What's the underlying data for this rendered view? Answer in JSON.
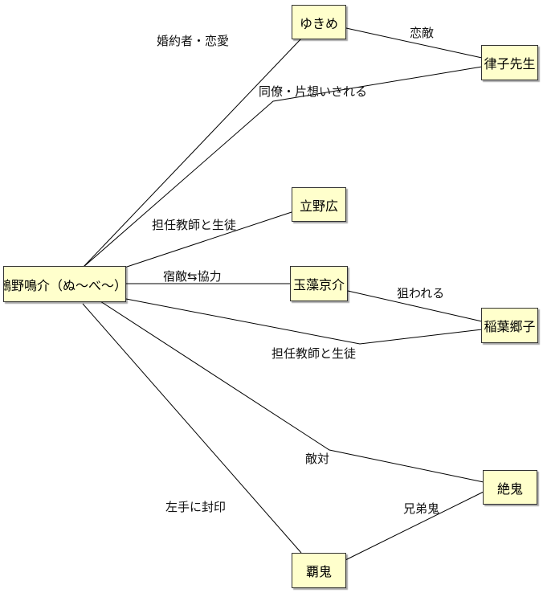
{
  "nodes": {
    "nueno": "鵺野鳴介（ぬ～べ～）",
    "yukime": "ゆきめ",
    "ritsuko": "律子先生",
    "tatsuno": "立野広",
    "tamamo": "玉藻京介",
    "inaba": "稲葉郷子",
    "zekki": "絶鬼",
    "haki": "覇鬼"
  },
  "edges": {
    "nueno_yukime": "婚約者・恋愛",
    "yukime_ritsuko": "恋敵",
    "nueno_ritsuko": "同僚・片想いされる",
    "nueno_tatsuno": "担任教師と生徒",
    "nueno_tamamo": "宿敵⇆協力",
    "tamamo_inaba": "狙われる",
    "nueno_inaba": "担任教師と生徒",
    "nueno_zekki": "敵対",
    "zekki_haki": "兄弟鬼",
    "nueno_haki": "左手に封印"
  }
}
